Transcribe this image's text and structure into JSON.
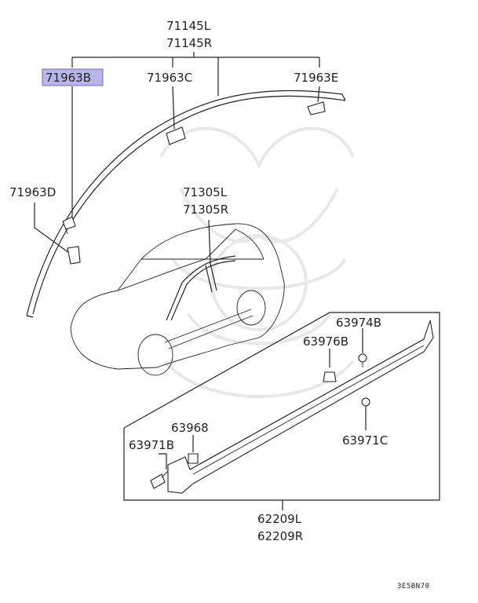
{
  "labels": {
    "molding_roof_l": "71145L",
    "molding_roof_r": "71145R",
    "clip_b": "71963B",
    "clip_c": "71963C",
    "clip_e": "71963E",
    "clip_d": "71963D",
    "pillar_l": "71305L",
    "pillar_r": "71305R",
    "screw_74b": "63974B",
    "clip_76b": "63976B",
    "clip_68": "63968",
    "screw_71b": "63971B",
    "screw_71c": "63971C",
    "sill_l": "62209L",
    "sill_r": "62209R"
  },
  "diagram_code": "3E5BN70",
  "highlight_color": "#b9b5e6"
}
